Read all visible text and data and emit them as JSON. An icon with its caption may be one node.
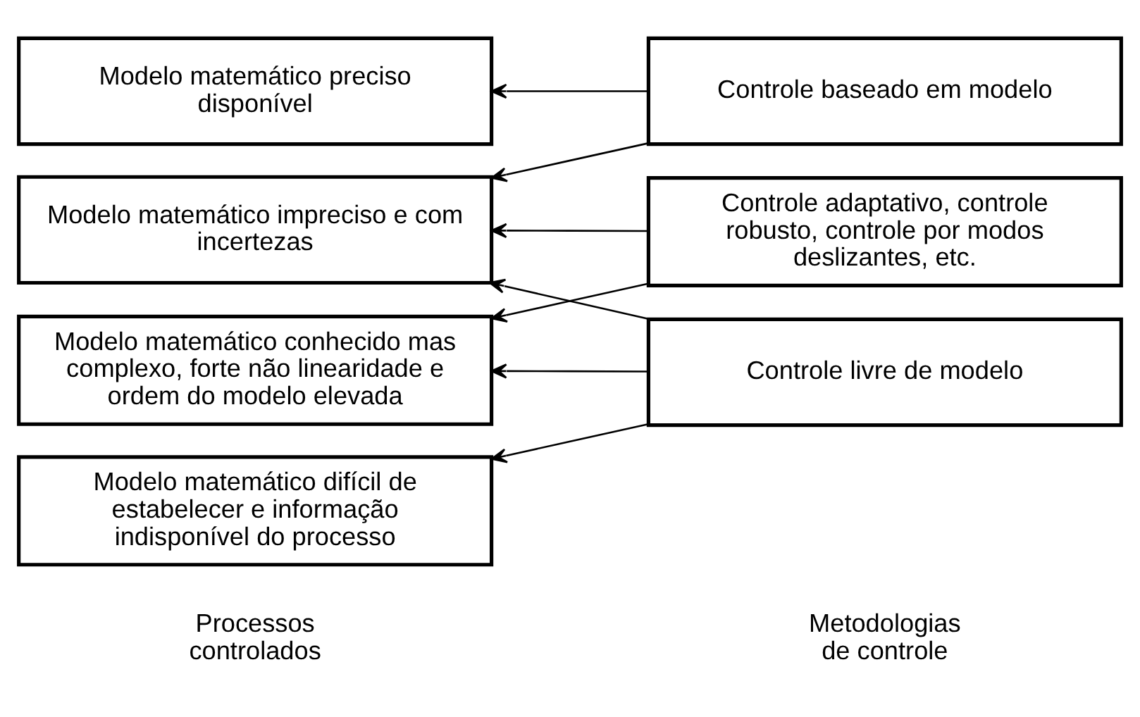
{
  "diagram": {
    "nodes": [
      {
        "text": [
          "Modelo matemático preciso disponível"
        ]
      },
      {
        "text": [
          "Modelo matemático impreciso e com incertezas"
        ]
      },
      {
        "text": [
          "Modelo matemático conhecido mas complexo, forte não linearidade e ordem do modelo elevada"
        ]
      },
      {
        "text": [
          "Modelo matemático difícil de estabelecer e informação indisponível do processo"
        ]
      },
      {
        "text": [
          "Controle baseado em modelo"
        ]
      },
      {
        "text": [
          "Controle adaptativo, controle robusto, controle por modos deslizantes, etc."
        ]
      },
      {
        "text": [
          "Controle livre de modelo"
        ]
      }
    ],
    "edges": [
      {
        "from": 4,
        "to": 0,
        "arrow": "to"
      },
      {
        "from": 4,
        "to": 1,
        "arrow": "to"
      },
      {
        "from": 5,
        "to": 1,
        "arrow": "to"
      },
      {
        "from": 5,
        "to": 2,
        "arrow": "to"
      },
      {
        "from": 6,
        "to": 1,
        "arrow": "to"
      },
      {
        "from": 6,
        "to": 2,
        "arrow": "to"
      },
      {
        "from": 6,
        "to": 3,
        "arrow": "to"
      }
    ],
    "labels": [
      "Processos controlados",
      "Metodologias de controle"
    ]
  }
}
